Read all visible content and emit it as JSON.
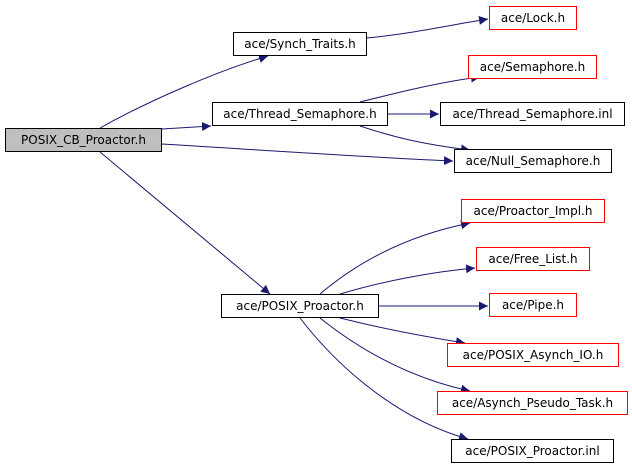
{
  "graph": {
    "nodes": [
      {
        "id": "root",
        "label": "POSIX_CB_Proactor.h",
        "outline": "black",
        "fill": "#bfbfbf"
      },
      {
        "id": "synch_traits",
        "label": "ace/Synch_Traits.h",
        "outline": "black"
      },
      {
        "id": "lock",
        "label": "ace/Lock.h",
        "outline": "red"
      },
      {
        "id": "thread_sem",
        "label": "ace/Thread_Semaphore.h",
        "outline": "black"
      },
      {
        "id": "semaphore",
        "label": "ace/Semaphore.h",
        "outline": "red"
      },
      {
        "id": "thread_sem_inl",
        "label": "ace/Thread_Semaphore.inl",
        "outline": "black"
      },
      {
        "id": "null_sem",
        "label": "ace/Null_Semaphore.h",
        "outline": "black"
      },
      {
        "id": "posix_proactor",
        "label": "ace/POSIX_Proactor.h",
        "outline": "black"
      },
      {
        "id": "proactor_impl",
        "label": "ace/Proactor_Impl.h",
        "outline": "red"
      },
      {
        "id": "free_list",
        "label": "ace/Free_List.h",
        "outline": "red"
      },
      {
        "id": "pipe",
        "label": "ace/Pipe.h",
        "outline": "red"
      },
      {
        "id": "posix_asynch_io",
        "label": "ace/POSIX_Asynch_IO.h",
        "outline": "red"
      },
      {
        "id": "asynch_pseudo_task",
        "label": "ace/Asynch_Pseudo_Task.h",
        "outline": "red"
      },
      {
        "id": "posix_proactor_inl",
        "label": "ace/POSIX_Proactor.inl",
        "outline": "black"
      }
    ],
    "edges": [
      [
        "root",
        "synch_traits"
      ],
      [
        "root",
        "thread_sem"
      ],
      [
        "root",
        "null_sem"
      ],
      [
        "root",
        "posix_proactor"
      ],
      [
        "synch_traits",
        "lock"
      ],
      [
        "thread_sem",
        "semaphore"
      ],
      [
        "thread_sem",
        "thread_sem_inl"
      ],
      [
        "thread_sem",
        "null_sem"
      ],
      [
        "posix_proactor",
        "proactor_impl"
      ],
      [
        "posix_proactor",
        "free_list"
      ],
      [
        "posix_proactor",
        "pipe"
      ],
      [
        "posix_proactor",
        "posix_asynch_io"
      ],
      [
        "posix_proactor",
        "asynch_pseudo_task"
      ],
      [
        "posix_proactor",
        "posix_proactor_inl"
      ]
    ],
    "edge_color": "#191970",
    "red_outline_color": "#ff0000"
  }
}
